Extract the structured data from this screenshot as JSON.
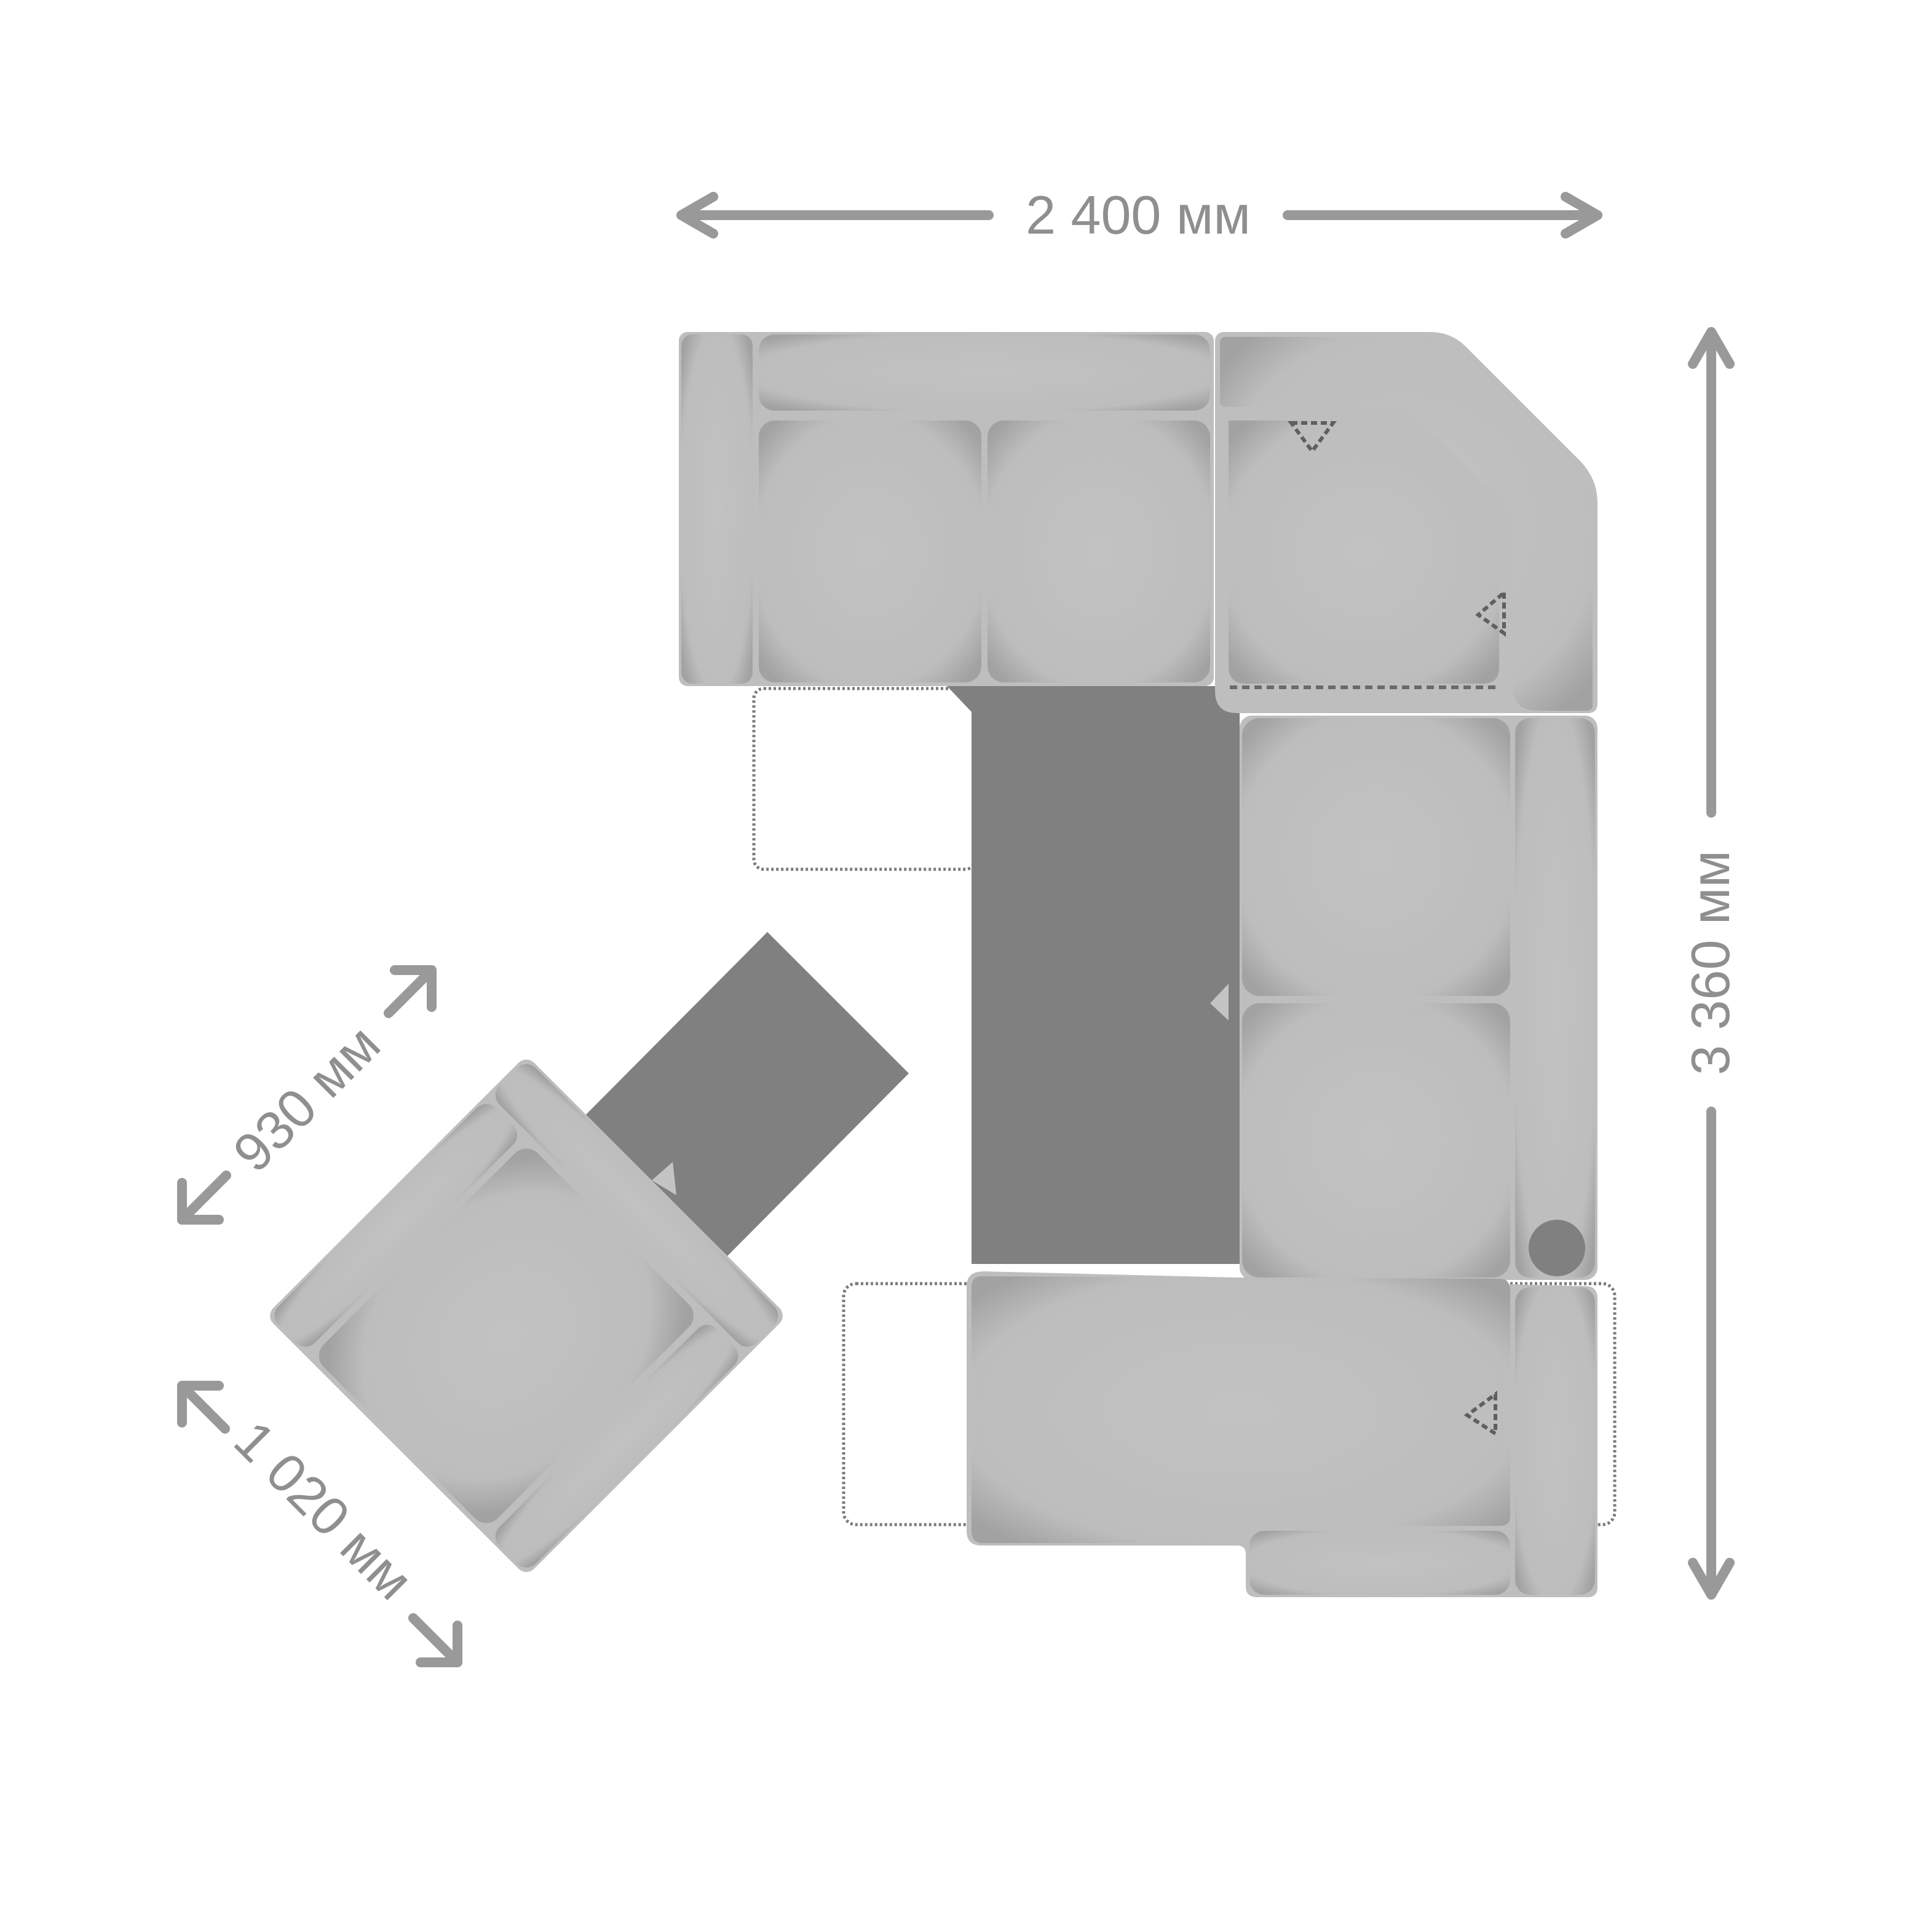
{
  "dimensions": {
    "width_label": "2 400 мм",
    "height_label": "3 360 мм",
    "armchair_width_label": "930 мм",
    "armchair_depth_label": "1 020 мм"
  },
  "colors": {
    "upholstery": "#bebebe",
    "extension_panel": "#808080",
    "dimension_arrows": "#999999",
    "labels": "#8f8f8f"
  }
}
